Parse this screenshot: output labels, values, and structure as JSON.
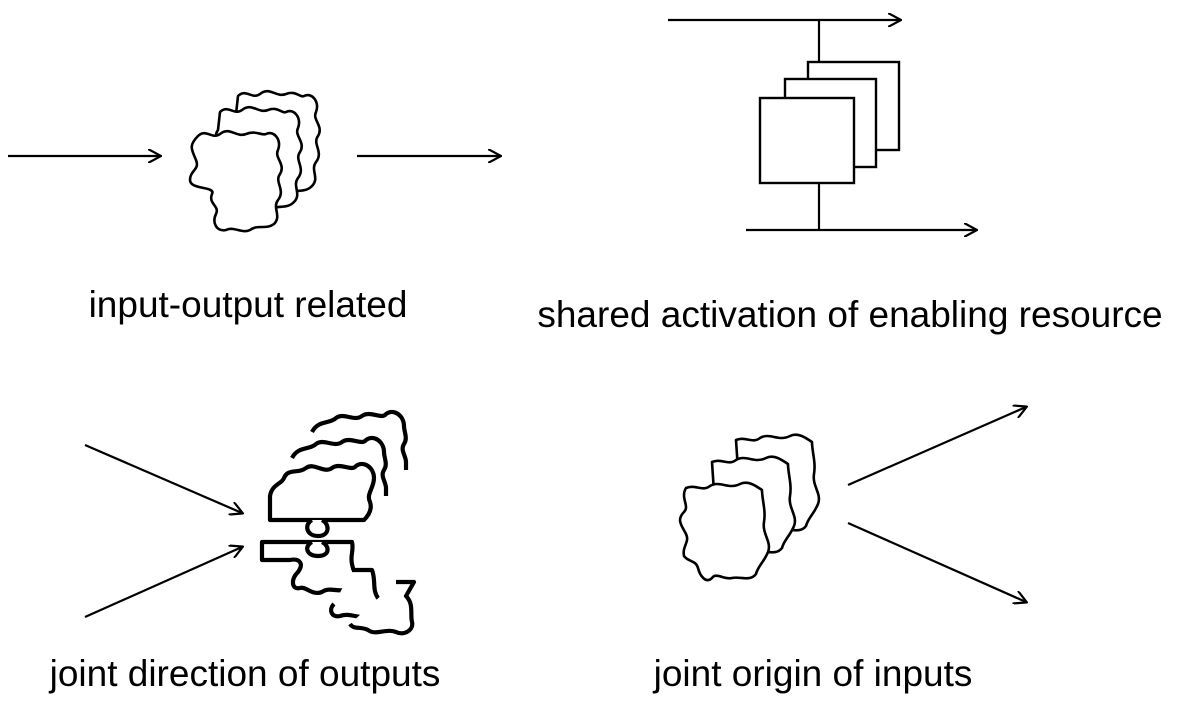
{
  "diagram": {
    "captions": {
      "input_output_related": "input-output related",
      "shared_activation": "shared activation of enabling resource",
      "joint_direction": "joint direction of outputs",
      "joint_origin": "joint origin of inputs"
    },
    "colors": {
      "stroke": "#000000",
      "background": "#ffffff"
    }
  }
}
